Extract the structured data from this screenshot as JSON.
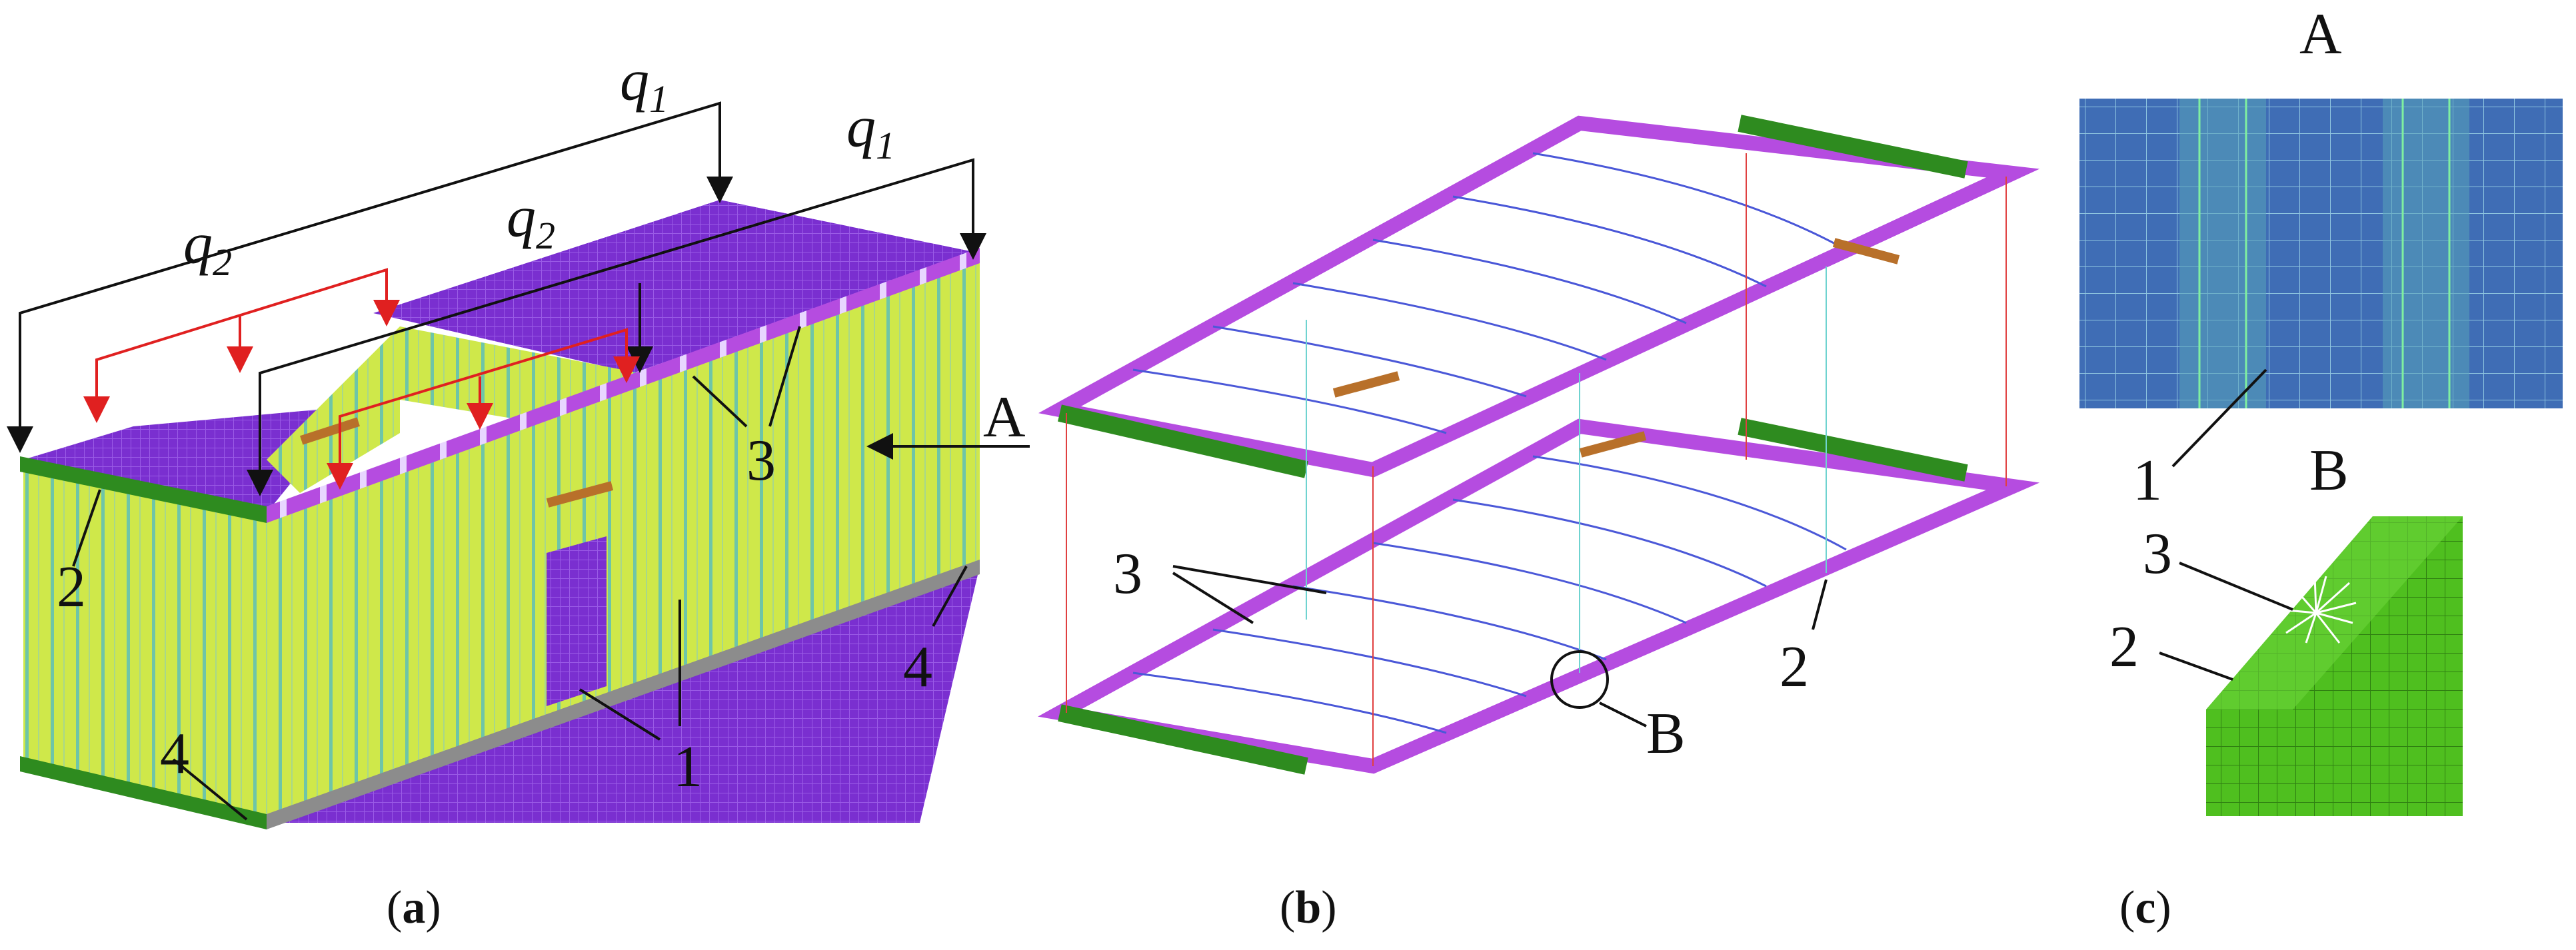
{
  "panels": {
    "a": {
      "open": "(",
      "letter": "a",
      "close": ")"
    },
    "b": {
      "open": "(",
      "letter": "b",
      "close": ")"
    },
    "c": {
      "open": "(",
      "letter": "c",
      "close": ")"
    }
  },
  "loads": {
    "q1_symbol": "q",
    "q1_index": "1",
    "q2_symbol": "q",
    "q2_index": "2"
  },
  "labels": {
    "one": "1",
    "two": "2",
    "three": "3",
    "four": "4",
    "A": "A",
    "B": "B"
  },
  "colors": {
    "wall_panel": "#cfe84a",
    "wall_rib": "#49b8b0",
    "roof_mesh": "#7a2fd0",
    "frame_purple": "#b54ce0",
    "frame_grey": "#8c8c8c",
    "frame_green": "#2e8b1f",
    "load_black": "#111111",
    "load_red": "#e02020",
    "detail_blue": "#3f6db5",
    "detail_grid": "#9fd6e0",
    "solid_green": "#4fbf1f",
    "bracket": "#b8702a"
  }
}
